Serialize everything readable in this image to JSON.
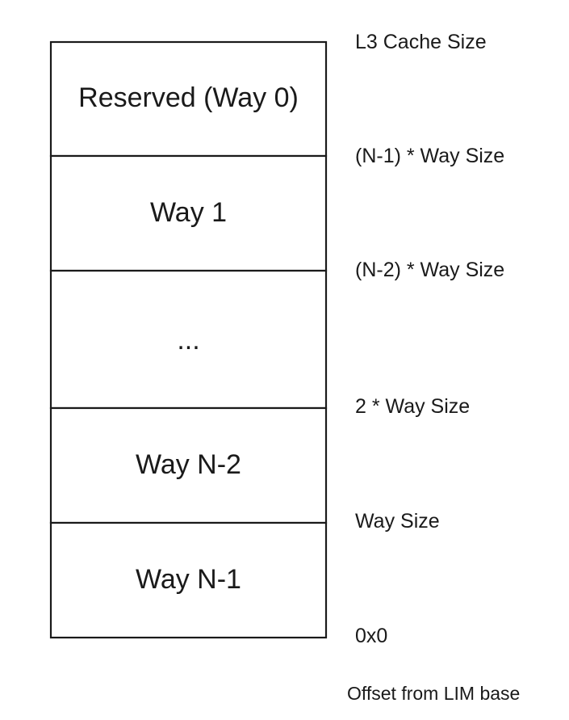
{
  "blocks": [
    {
      "label": "Reserved (Way 0)"
    },
    {
      "label": "Way 1"
    },
    {
      "label": "..."
    },
    {
      "label": "Way N-2"
    },
    {
      "label": "Way N-1"
    }
  ],
  "offsets": [
    {
      "label": "L3 Cache Size"
    },
    {
      "label": "(N-1) * Way Size"
    },
    {
      "label": "(N-2) * Way Size"
    },
    {
      "label": "2 * Way Size"
    },
    {
      "label": "Way Size"
    },
    {
      "label": "0x0"
    }
  ],
  "axis_caption": "Offset from LIM base"
}
